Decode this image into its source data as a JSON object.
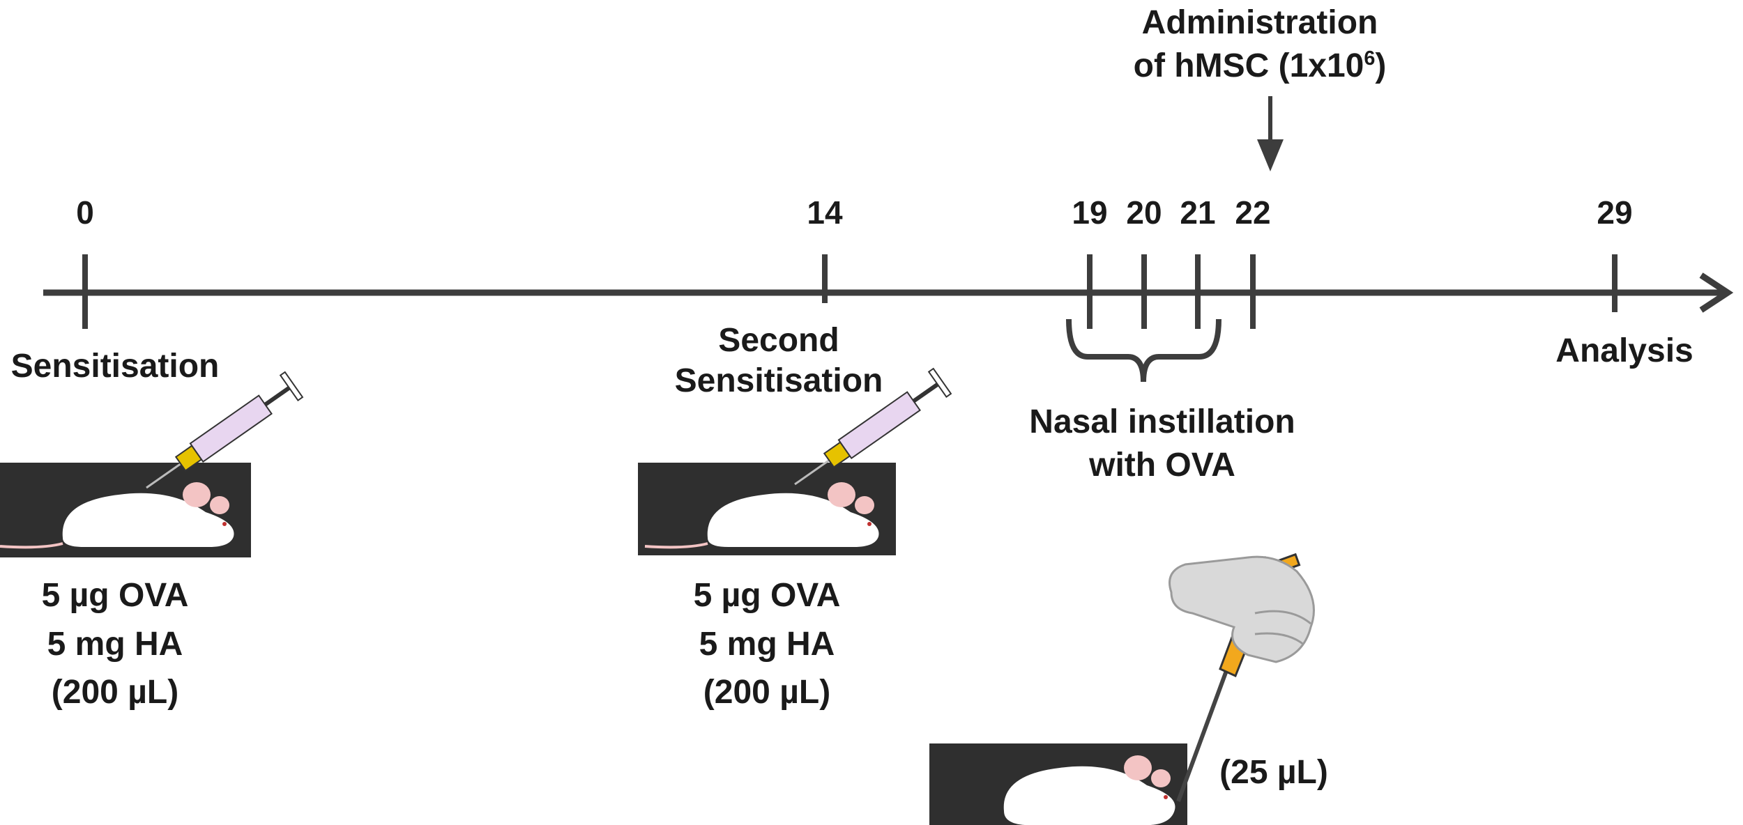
{
  "timeline": {
    "days": [
      "0",
      "14",
      "19",
      "20",
      "21",
      "22",
      "29"
    ]
  },
  "events": {
    "sensitisation": "Sensitisation",
    "second_sensitisation": [
      "Second",
      "Sensitisation"
    ],
    "nasal_instillation": [
      "Nasal instillation",
      "with OVA"
    ],
    "analysis": "Analysis",
    "administration": {
      "line1": "Administration",
      "line2_prefix": "of hMSC (1x10",
      "line2_exponent": "6",
      "line2_suffix": ")"
    }
  },
  "doses": {
    "first": [
      "5 µg OVA",
      "5 mg HA",
      "(200 µL)"
    ],
    "second": [
      "5 µg OVA",
      "5 mg HA",
      "(200 µL)"
    ],
    "nasal": "(25 µL)"
  },
  "colors": {
    "axis": "#3d3d3d",
    "photo_background": "#2f2f2f",
    "mouse": "#ffffff",
    "syringe_plunger": "#e8d6f0",
    "syringe_hub": "#e6c200",
    "pipette": "#f2a81d",
    "glove": "#d9d9d9"
  }
}
